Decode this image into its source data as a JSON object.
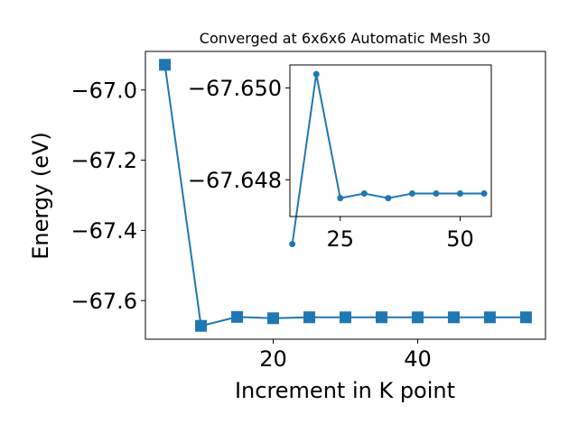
{
  "chart_data": [
    {
      "type": "line",
      "title": "Converged at 6x6x6 Automatic Mesh 30",
      "xlabel": "Increment in K point",
      "ylabel": "Energy (eV)",
      "xlim": [
        2.3,
        57.7
      ],
      "ylim": [
        -67.71,
        -66.89
      ],
      "xticks": [
        20,
        40
      ],
      "yticks": [
        -67.6,
        -67.4,
        -67.2,
        -67.0
      ],
      "xtick_labels": [
        "20",
        "40"
      ],
      "ytick_labels": [
        "−67.6",
        "−67.4",
        "−67.2",
        "−67.0"
      ],
      "grid": false,
      "series": [
        {
          "color": "#1f77b4",
          "marker": "square",
          "x": [
            5,
            10,
            15,
            20,
            25,
            30,
            35,
            40,
            45,
            50,
            55
          ],
          "y": [
            -66.928,
            -67.672,
            -67.6466,
            -67.6503,
            -67.6476,
            -67.6477,
            -67.6476,
            -67.6477,
            -67.6477,
            -67.6477,
            -67.6477
          ]
        }
      ]
    },
    {
      "type": "line",
      "title": "",
      "xlabel": "",
      "ylabel": "",
      "xlim": [
        14.5,
        56.5
      ],
      "ylim": [
        -67.6472,
        -67.6505
      ],
      "xticks": [
        25,
        50
      ],
      "yticks": [
        -67.648,
        -67.65
      ],
      "xtick_labels": [
        "25",
        "50"
      ],
      "ytick_labels": [
        "−67.648",
        "−67.650"
      ],
      "grid": false,
      "series": [
        {
          "color": "#1f77b4",
          "marker": "circle",
          "x": [
            15,
            20,
            25,
            30,
            35,
            40,
            45,
            50,
            55
          ],
          "y": [
            -67.6466,
            -67.6503,
            -67.6476,
            -67.6477,
            -67.6476,
            -67.6477,
            -67.6477,
            -67.6477,
            -67.6477
          ]
        }
      ]
    }
  ]
}
